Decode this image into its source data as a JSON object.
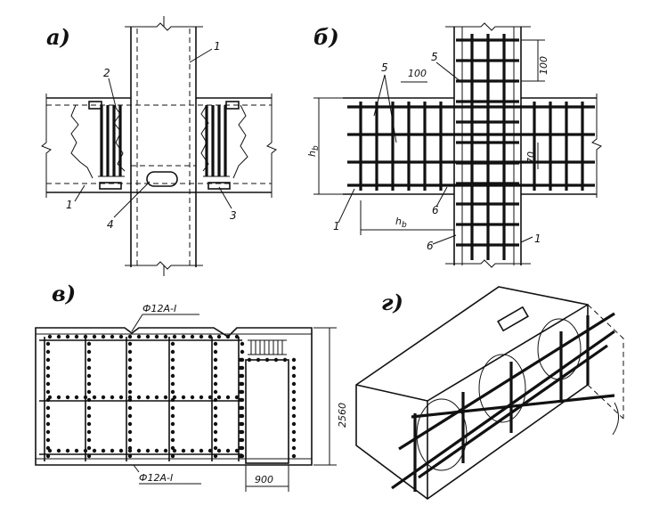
{
  "panels": [
    {
      "id": "a",
      "label": "а)"
    },
    {
      "id": "b",
      "label": "б)"
    },
    {
      "id": "v",
      "label": "в)"
    },
    {
      "id": "g",
      "label": "г)"
    }
  ],
  "panel_a": {
    "callouts": [
      "1",
      "2",
      "1",
      "4",
      "3"
    ]
  },
  "panel_b": {
    "callouts": [
      "5",
      "5",
      "1",
      "6",
      "6",
      "1"
    ],
    "dim_100_horizontal": "100",
    "dim_100_vertical": "100",
    "dim_70": "70",
    "hb_vertical": "h",
    "hb_vertical_sub": "b",
    "hb_horizontal": "h",
    "hb_horizontal_sub": "b"
  },
  "panel_v": {
    "rebar_top": "Ф12А-I",
    "rebar_bottom": "Ф12А-I",
    "dim_height": "2560",
    "dim_opening": "900"
  }
}
